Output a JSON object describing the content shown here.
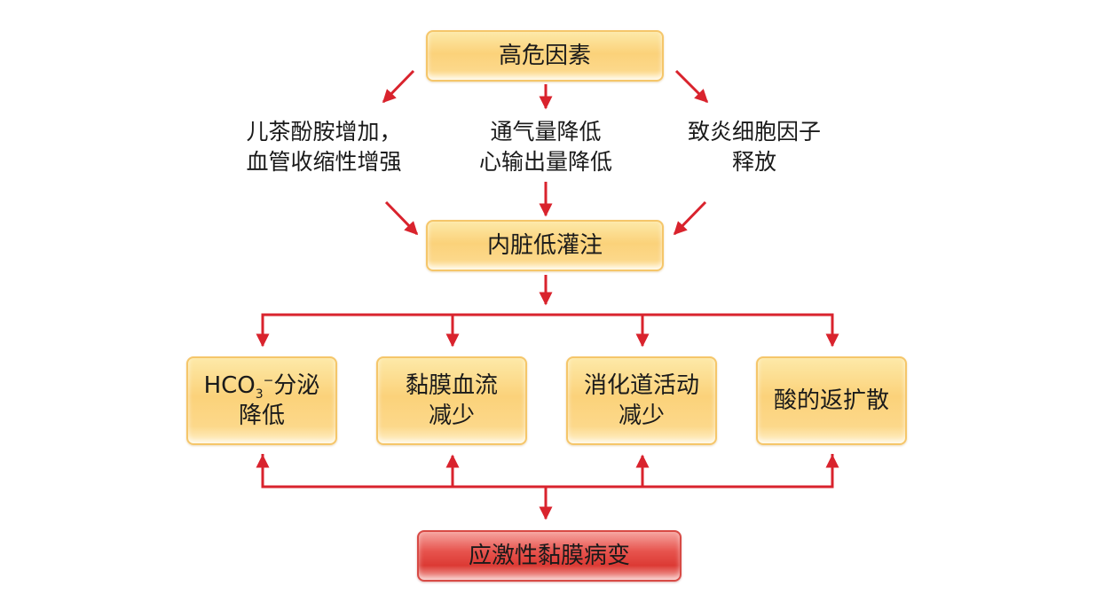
{
  "diagram": {
    "top_box": "高危因素",
    "factors": [
      {
        "line1": "儿茶酚胺增加，",
        "line2": "血管收缩性增强"
      },
      {
        "line1": "通气量降低",
        "line2": "心输出量降低"
      },
      {
        "line1": "致炎细胞因子",
        "line2": "释放"
      }
    ],
    "middle_box": "内脏低灌注",
    "effects": [
      {
        "formula_base": "HCO",
        "formula_sub": "3",
        "formula_sup": "−",
        "line1_suffix": "分泌",
        "line2": "降低"
      },
      {
        "line1": "黏膜血流",
        "line2": "减少"
      },
      {
        "line1": "消化道活动",
        "line2": "减少"
      },
      {
        "line1": "酸的返扩散",
        "line2": ""
      }
    ],
    "bottom_box": "应激性黏膜病变"
  },
  "colors": {
    "arrow": "#d9232d",
    "box_orange": "#fbd27a",
    "box_red": "#e7544e"
  }
}
